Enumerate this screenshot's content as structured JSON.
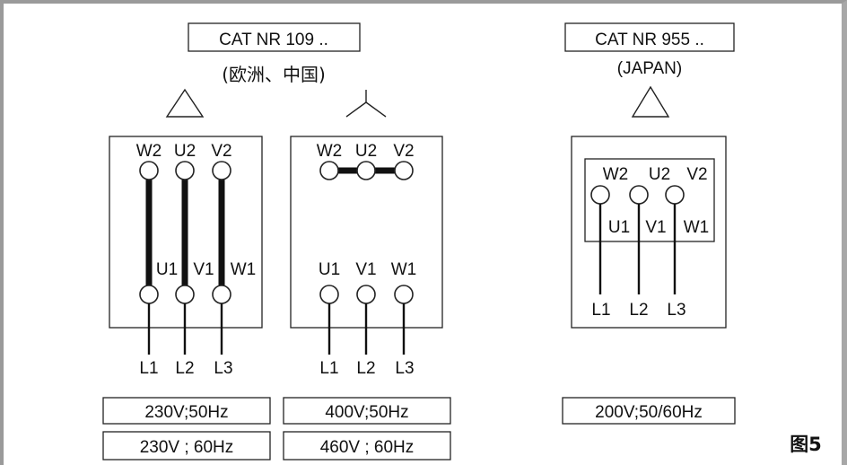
{
  "left_group": {
    "cat_label": "CAT NR 109 ..",
    "region_label": "(欧洲、中国)"
  },
  "right_group": {
    "cat_label": "CAT NR 955 ..",
    "region_label": "(JAPAN)"
  },
  "delta_block": {
    "top_terminals": [
      "W2",
      "U2",
      "V2"
    ],
    "bottom_terminals": [
      "U1",
      "V1",
      "W1"
    ],
    "lines": [
      "L1",
      "L2",
      "L3"
    ],
    "voltage_50": "230V;50Hz",
    "voltage_60": "230V ; 60Hz"
  },
  "star_block": {
    "top_terminals": [
      "W2",
      "U2",
      "V2"
    ],
    "bottom_terminals": [
      "U1",
      "V1",
      "W1"
    ],
    "lines": [
      "L1",
      "L2",
      "L3"
    ],
    "voltage_50": "400V;50Hz",
    "voltage_60": "460V ; 60Hz"
  },
  "japan_block": {
    "top_terminals": [
      "W2",
      "U2",
      "V2"
    ],
    "bottom_terminals": [
      "U1",
      "V1",
      "W1"
    ],
    "lines": [
      "L1",
      "L2",
      "L3"
    ],
    "voltage": "200V;50/60Hz"
  },
  "figure_label": "图5",
  "colors": {
    "line": "#111111",
    "frame": "#9a9a9a",
    "background": "#ffffff"
  },
  "icons": {
    "delta": "delta-triangle-icon",
    "star": "star-wye-icon"
  }
}
